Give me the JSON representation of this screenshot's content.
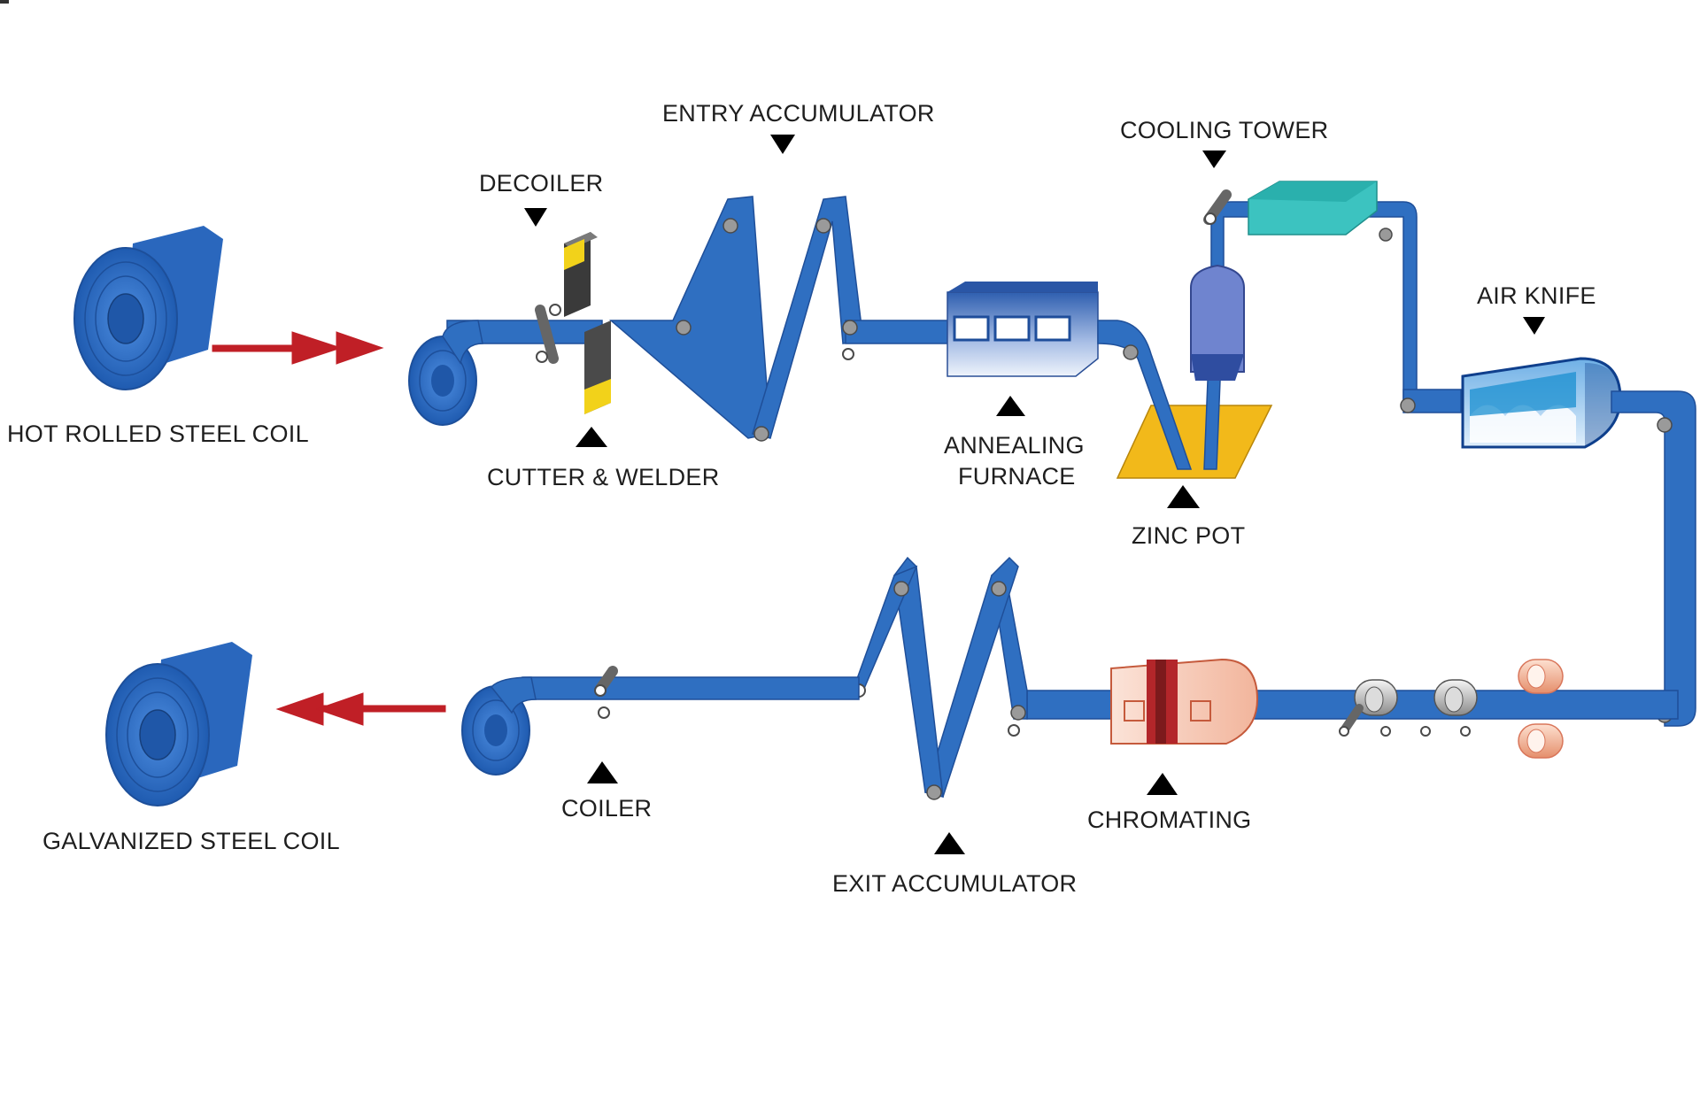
{
  "labels": {
    "hot_rolled_coil": "HOT ROLLED STEEL COIL",
    "decoiler": "DECOILER",
    "cutter_welder": "CUTTER & WELDER",
    "entry_accumulator": "ENTRY ACCUMULATOR",
    "annealing_furnace_1": "ANNEALING",
    "annealing_furnace_2": "FURNACE",
    "cooling_tower": "COOLING TOWER",
    "zinc_pot": "ZINC POT",
    "air_knife": "AIR KNIFE",
    "chromating": "CHROMATING",
    "exit_accumulator": "EXIT ACCUMULATOR",
    "coiler": "COILER",
    "galvanized_coil": "GALVANIZED STEEL COIL"
  },
  "colors": {
    "strip": "#2f6fc1",
    "flow_arrow": "#c01f26",
    "zinc_pot": "#f2b91a",
    "cooling_tower": "#3cc3c0",
    "air_knife": "#1a8fd0",
    "chromating": "#f6c9b6",
    "chromating_band": "#b3262a",
    "furnace": "#3a68b8"
  }
}
